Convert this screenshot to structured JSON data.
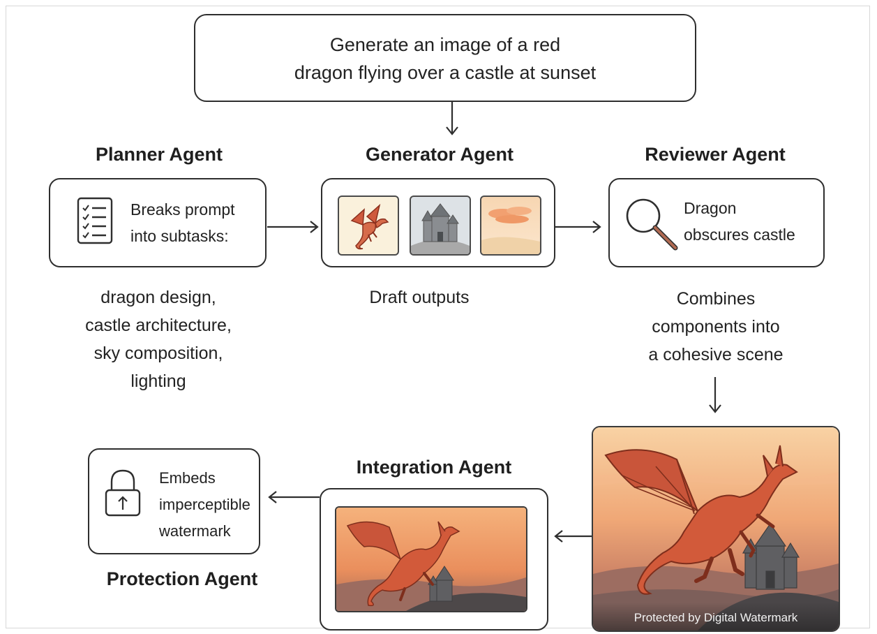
{
  "prompt": {
    "lines": [
      "Generate an image of a red",
      "dragon flying over a castle at sunset"
    ]
  },
  "planner": {
    "title": "Planner Agent",
    "box_lines": [
      "Breaks prompt",
      "into subtasks:"
    ],
    "subtasks": [
      "dragon design,",
      "castle architecture,",
      "sky composition,",
      "lighting"
    ],
    "icon": "checklist-icon"
  },
  "generator": {
    "title": "Generator Agent",
    "caption": "Draft outputs",
    "thumbnails": [
      "dragon-sketch",
      "castle-sketch",
      "sky-sketch"
    ]
  },
  "reviewer": {
    "title": "Reviewer Agent",
    "box_lines": [
      "Dragon",
      "obscures castle"
    ],
    "caption_lines": [
      "Combines",
      "components into",
      "a cohesive scene"
    ],
    "icon": "magnifier-icon"
  },
  "final_image": {
    "caption": "Protected by Digital Watermark"
  },
  "integration": {
    "title": "Integration Agent"
  },
  "protection": {
    "title": "Protection Agent",
    "box_lines": [
      "Embeds",
      "imperceptible",
      "watermark"
    ],
    "icon": "lock-upload-icon"
  },
  "colors": {
    "dragon": "#d25a3a",
    "sky_top": "#f7c089",
    "sky_bottom": "#b86a55",
    "castle": "#5d5d5d",
    "border": "#2e2e2e"
  }
}
